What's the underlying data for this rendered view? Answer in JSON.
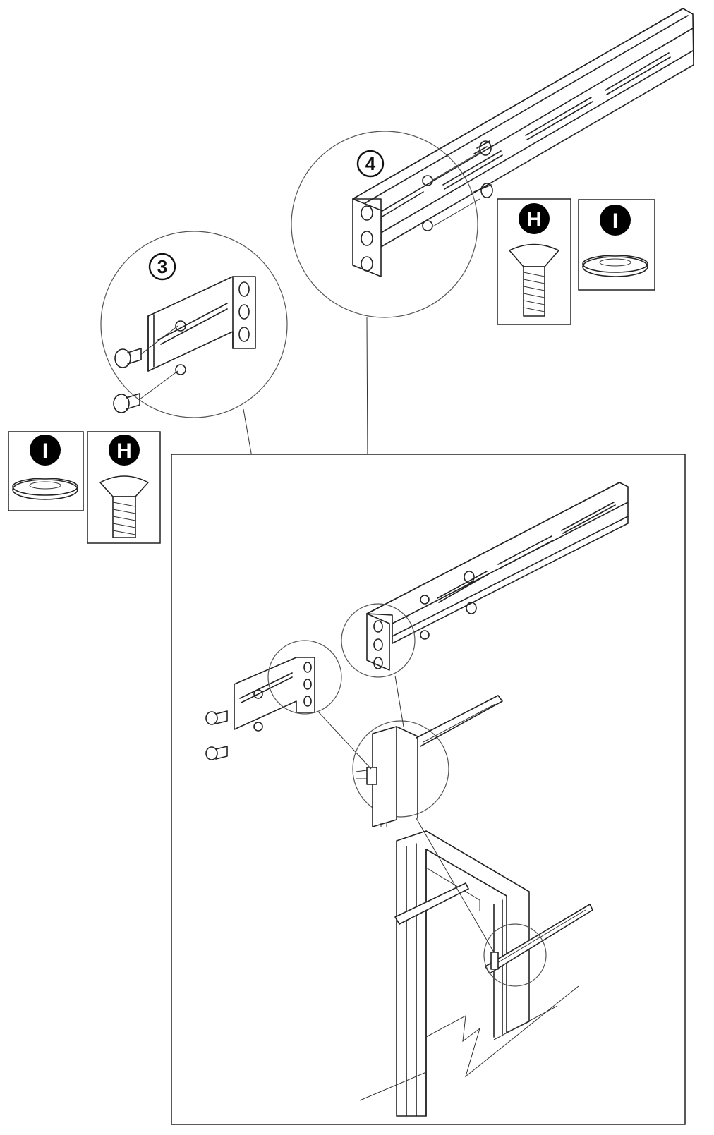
{
  "steps": {
    "step3": "3",
    "step4": "4"
  },
  "hardware": {
    "screw_label": "H",
    "washer_label": "I",
    "screw_icon": "flat-head-screw-icon",
    "washer_icon": "washer-icon"
  },
  "colors": {
    "line": "#222222",
    "badge": "#000000",
    "background": "#ffffff"
  }
}
